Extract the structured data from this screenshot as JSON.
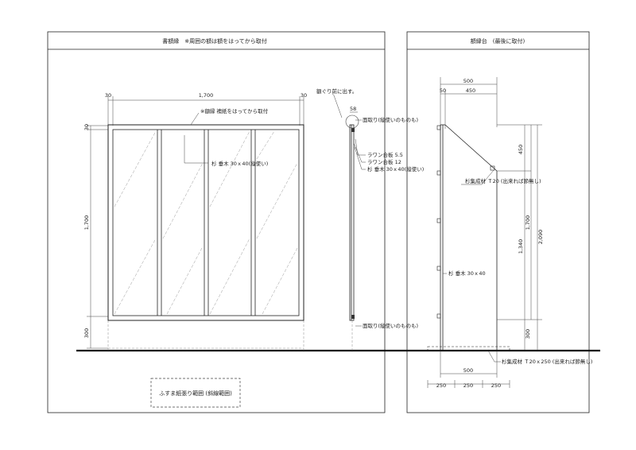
{
  "left_panel": {
    "title": "書額縁　※周囲の額は額をはってから取付",
    "dim_top_left": "30",
    "dim_top_mid": "1,700",
    "dim_top_right": "30",
    "dim_left_top": "30",
    "dim_left_mid": "1,700",
    "dim_left_bottom": "300",
    "note_frame": "※額縁 襖紙をはってから取付",
    "note_mullion": "杉 垂木 30ｘ40(縦使い)",
    "note_side_top": "額ぐり前に出す。",
    "dim_side_58": "58",
    "note_chamfer_top": "面取り(縦使いのものも)",
    "note_ply1": "ラワン合板 5.5",
    "note_ply2": "ラワン合板 12",
    "note_stud": "杉 垂木 30ｘ40(縦使い)",
    "note_chamfer_bottom": "面取り(縦使いのものも)",
    "legend_label": "ふすま紙張り範囲 (斜線範囲)"
  },
  "right_panel": {
    "title": "額縁台　(最後に取付)",
    "dim_top_500": "500",
    "dim_top_50": "50",
    "dim_top_450": "450",
    "note_top_plank": "杉集成材 Ｔ20 (出来れば節無し)",
    "note_stud": "杉 垂木 30ｘ40",
    "note_base_plank": "杉集成材 Ｔ20ｘ250 (出来れば節無し)",
    "dim_r_450": "450",
    "dim_r_1700": "1,700",
    "dim_r_1340": "1,340",
    "dim_r_2090": "2,090",
    "dim_r_300": "300",
    "dim_bottom_500": "500",
    "dim_bottom_250a": "250",
    "dim_bottom_250b": "250",
    "dim_bottom_250c": "250"
  }
}
